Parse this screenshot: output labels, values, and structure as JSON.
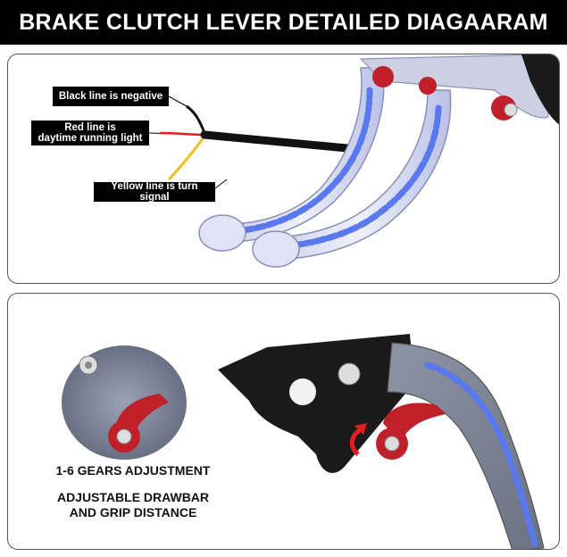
{
  "header": {
    "title": "BRAKE CLUTCH LEVER DETAILED DIAGAARAM"
  },
  "wire_labels": {
    "black": "Black line is negative",
    "red_line1": "Red line is",
    "red_line2": "daytime running light",
    "yellow": "Yellow line is turn signal"
  },
  "captions": {
    "gears": "1-6 GEARS ADJUSTMENT",
    "drawbar_line1": "ADJUSTABLE DRAWBAR",
    "drawbar_line2": "AND GRIP DISTANCE"
  },
  "colors": {
    "lever_blue": "#5a78f0",
    "knob_red": "#c0202a",
    "wire_black": "#111111",
    "wire_red": "#e02020",
    "wire_yellow": "#f0c020"
  }
}
